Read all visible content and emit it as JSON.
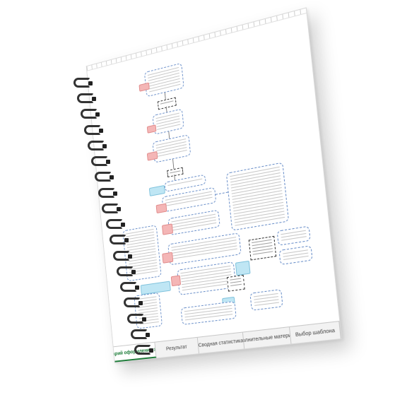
{
  "sheet_tabs": [
    {
      "label": "Сценарий оформления заказа",
      "active": true
    },
    {
      "label": "Результат",
      "active": false
    },
    {
      "label": "Сводная статистика",
      "active": false
    },
    {
      "label": "Дополнительные материалы",
      "active": false
    },
    {
      "label": "Выбор шаблона",
      "active": false
    }
  ],
  "colors": {
    "dashed_border": "#6a8fc9",
    "tag_red": "#f4b6b6",
    "tag_blue": "#bfe6f4",
    "active_tab": "#1e7d3a"
  },
  "binding": {
    "ring_count": 18,
    "ring_color": "#333333"
  }
}
